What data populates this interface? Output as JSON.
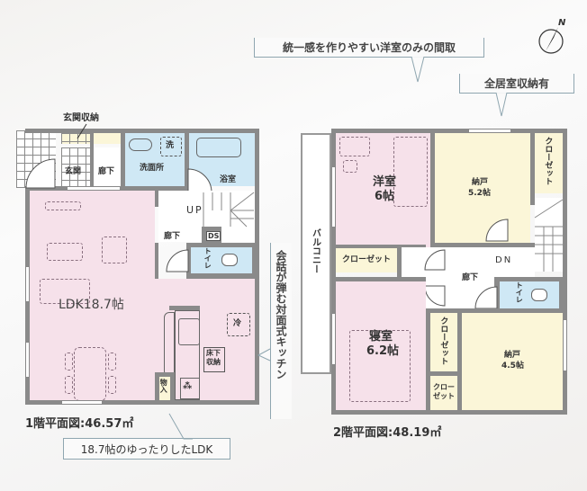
{
  "callouts": {
    "top_unified": "統一感を作りやすい洋室のみの間取",
    "all_storage": "全居室収納有",
    "kitchen": "会話が弾む対面式キッチン",
    "ldk": "18.7帖のゆったりしたLDK"
  },
  "compass": {
    "label": "N",
    "icon": "north-arrow-icon"
  },
  "floor1": {
    "title": "1階平面図:46.57㎡",
    "rooms": {
      "entrance_storage": "玄関収納",
      "entrance": "玄関",
      "hallway_top": "廊下",
      "washroom": "洗面所",
      "washer": "洗",
      "bathroom": "浴室",
      "up": "UP",
      "hallway_mid": "廊下",
      "ds": "DS",
      "toilet": "トイレ",
      "ldk": "LDK18.7帖",
      "fridge": "冷",
      "underfloor_storage": "床下収納",
      "closet_small": "物入"
    }
  },
  "floor2": {
    "title": "2階平面図:48.19㎡",
    "rooms": {
      "western_room": "洋室",
      "western_room_size": "6帖",
      "storeroom1": "納戸",
      "storeroom1_size": "5.2帖",
      "closet_top_right": "クローゼット",
      "balcony": "バルコニー",
      "closet_western": "クローゼット",
      "down": "DN",
      "hallway": "廊下",
      "toilet": "トイレ",
      "bedroom": "寝室",
      "bedroom_size": "6.2帖",
      "closet_bedroom": "クローゼット",
      "closet_small": "クローゼット",
      "storeroom2": "納戸",
      "storeroom2_size": "4.5帖"
    }
  },
  "colors": {
    "wall": "#8a8a8a",
    "living": "#f6e1ea",
    "wet": "#cfe8f5",
    "storage": "#fbf6d8",
    "callout_border": "#8fa6b0"
  }
}
